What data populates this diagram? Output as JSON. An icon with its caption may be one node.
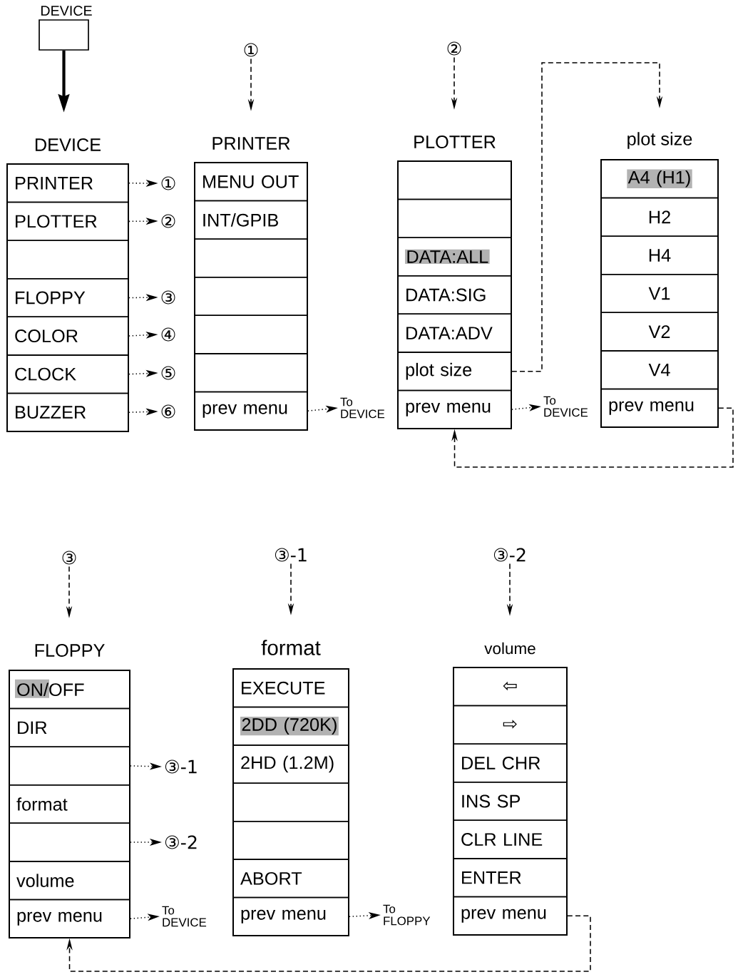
{
  "diagram": {
    "nodes": [
      {
        "text": [
          "DEVICE"
        ]
      },
      {
        "text": [
          "①"
        ]
      },
      {
        "text": [
          "②"
        ]
      },
      {
        "text": [
          "DEVICE"
        ]
      },
      {
        "text": [
          "PRINTER"
        ],
        "in": 3
      },
      {
        "text": [
          "PLOTTER"
        ],
        "in": 3
      },
      {
        "text": [],
        "shape": "box",
        "in": 3
      },
      {
        "text": [
          "FLOPPY"
        ],
        "in": 3
      },
      {
        "text": [
          "COLOR"
        ],
        "in": 3
      },
      {
        "text": [
          "CLOCK"
        ],
        "in": 3
      },
      {
        "text": [
          "BUZZER"
        ],
        "in": 3
      },
      {
        "text": [
          "①"
        ]
      },
      {
        "text": [
          "②"
        ]
      },
      {
        "text": [
          "③"
        ]
      },
      {
        "text": [
          "④"
        ]
      },
      {
        "text": [
          "⑤"
        ]
      },
      {
        "text": [
          "⑥"
        ]
      },
      {
        "text": [
          "PRINTER"
        ]
      },
      {
        "text": [
          "MENU OUT"
        ],
        "in": 17
      },
      {
        "text": [
          "INT/GPIB"
        ],
        "in": 17
      },
      {
        "text": [],
        "shape": "box",
        "in": 17
      },
      {
        "text": [],
        "shape": "box",
        "in": 17
      },
      {
        "text": [],
        "shape": "box",
        "in": 17
      },
      {
        "text": [],
        "shape": "box",
        "in": 17
      },
      {
        "text": [
          "prev menu"
        ],
        "in": 17
      },
      {
        "text": [
          "To DEVICE"
        ]
      },
      {
        "text": [
          "PLOTTER"
        ]
      },
      {
        "text": [],
        "shape": "box",
        "in": 26
      },
      {
        "text": [],
        "shape": "box",
        "in": 26
      },
      {
        "text": [
          "DATA:ALL"
        ],
        "in": 26
      },
      {
        "text": [
          "DATA:SIG"
        ],
        "in": 26
      },
      {
        "text": [
          "DATA:ADV"
        ],
        "in": 26
      },
      {
        "text": [
          "plot size"
        ],
        "in": 26
      },
      {
        "text": [
          "prev menu"
        ],
        "in": 26
      },
      {
        "text": [
          "To DEVICE"
        ]
      },
      {
        "text": [
          "plot size"
        ]
      },
      {
        "text": [
          "A4 (H1)"
        ],
        "in": 35
      },
      {
        "text": [
          "H2"
        ],
        "in": 35
      },
      {
        "text": [
          "H4"
        ],
        "in": 35
      },
      {
        "text": [
          "V1"
        ],
        "in": 35
      },
      {
        "text": [
          "V2"
        ],
        "in": 35
      },
      {
        "text": [
          "V4"
        ],
        "in": 35
      },
      {
        "text": [
          "prev menu"
        ],
        "in": 35
      },
      {
        "text": [
          "③"
        ]
      },
      {
        "text": [
          "③-1"
        ]
      },
      {
        "text": [
          "③-2"
        ]
      },
      {
        "text": [
          "FLOPPY"
        ]
      },
      {
        "text": [
          "ON/OFF"
        ],
        "in": 46
      },
      {
        "text": [
          "DIR"
        ],
        "in": 46
      },
      {
        "text": [],
        "shape": "box",
        "in": 46
      },
      {
        "text": [
          "format"
        ],
        "in": 46
      },
      {
        "text": [],
        "shape": "box",
        "in": 46
      },
      {
        "text": [
          "volume"
        ],
        "in": 46
      },
      {
        "text": [
          "prev menu"
        ],
        "in": 46
      },
      {
        "text": [
          "③-1"
        ]
      },
      {
        "text": [
          "③-2"
        ]
      },
      {
        "text": [
          "To DEVICE"
        ]
      },
      {
        "text": [
          "format"
        ]
      },
      {
        "text": [
          "EXECUTE"
        ],
        "in": 57
      },
      {
        "text": [
          "2DD (720K)"
        ],
        "in": 57
      },
      {
        "text": [
          "2HD (1.2M)"
        ],
        "in": 57
      },
      {
        "text": [],
        "shape": "box",
        "in": 57
      },
      {
        "text": [],
        "shape": "box",
        "in": 57
      },
      {
        "text": [
          "ABORT"
        ],
        "in": 57
      },
      {
        "text": [
          "prev menu"
        ],
        "in": 57
      },
      {
        "text": [
          "To FLOPPY"
        ]
      },
      {
        "text": [
          "volume"
        ]
      },
      {
        "text": [
          "⇦"
        ],
        "in": 66
      },
      {
        "text": [
          "⇨"
        ],
        "in": 66
      },
      {
        "text": [
          "DEL CHR"
        ],
        "in": 66
      },
      {
        "text": [
          "INS SP"
        ],
        "in": 66
      },
      {
        "text": [
          "CLR LINE"
        ],
        "in": 66
      },
      {
        "text": [
          "ENTER"
        ],
        "in": 66
      },
      {
        "text": [
          "prev menu"
        ],
        "in": 66
      }
    ],
    "edges": [
      {
        "from": 0,
        "to": 3,
        "arrow": "to",
        "style": "thick"
      },
      {
        "from": 1,
        "to": 17,
        "arrow": "to",
        "style": "dashed"
      },
      {
        "from": 2,
        "to": 26,
        "arrow": "to",
        "style": "dashed"
      },
      {
        "from": 4,
        "to": 11,
        "arrow": "to",
        "style": "dashed"
      },
      {
        "from": 5,
        "to": 12,
        "arrow": "to",
        "style": "dashed"
      },
      {
        "from": 7,
        "to": 13,
        "arrow": "to",
        "style": "dashed"
      },
      {
        "from": 8,
        "to": 14,
        "arrow": "to",
        "style": "dashed"
      },
      {
        "from": 9,
        "to": 15,
        "arrow": "to",
        "style": "dashed"
      },
      {
        "from": 10,
        "to": 16,
        "arrow": "to",
        "style": "dashed"
      },
      {
        "from": 24,
        "to": 25,
        "arrow": "to",
        "style": "dashed"
      },
      {
        "from": 33,
        "to": 34,
        "arrow": "to",
        "style": "dashed"
      },
      {
        "from": 32,
        "to": 35,
        "arrow": "to",
        "style": "dashed"
      },
      {
        "from": 42,
        "to": 33,
        "arrow": "to",
        "style": "dashed"
      },
      {
        "from": 43,
        "to": 46,
        "arrow": "to",
        "style": "dashed"
      },
      {
        "from": 44,
        "to": 57,
        "arrow": "to",
        "style": "dashed"
      },
      {
        "from": 45,
        "to": 66,
        "arrow": "to",
        "style": "dashed"
      },
      {
        "from": 49,
        "to": 54,
        "arrow": "to",
        "style": "dashed"
      },
      {
        "from": 51,
        "to": 55,
        "arrow": "to",
        "style": "dashed"
      },
      {
        "from": 53,
        "to": 56,
        "arrow": "to",
        "style": "dashed"
      },
      {
        "from": 64,
        "to": 65,
        "arrow": "to",
        "style": "dashed"
      },
      {
        "from": 73,
        "to": 53,
        "arrow": "to",
        "style": "dashed"
      }
    ]
  }
}
